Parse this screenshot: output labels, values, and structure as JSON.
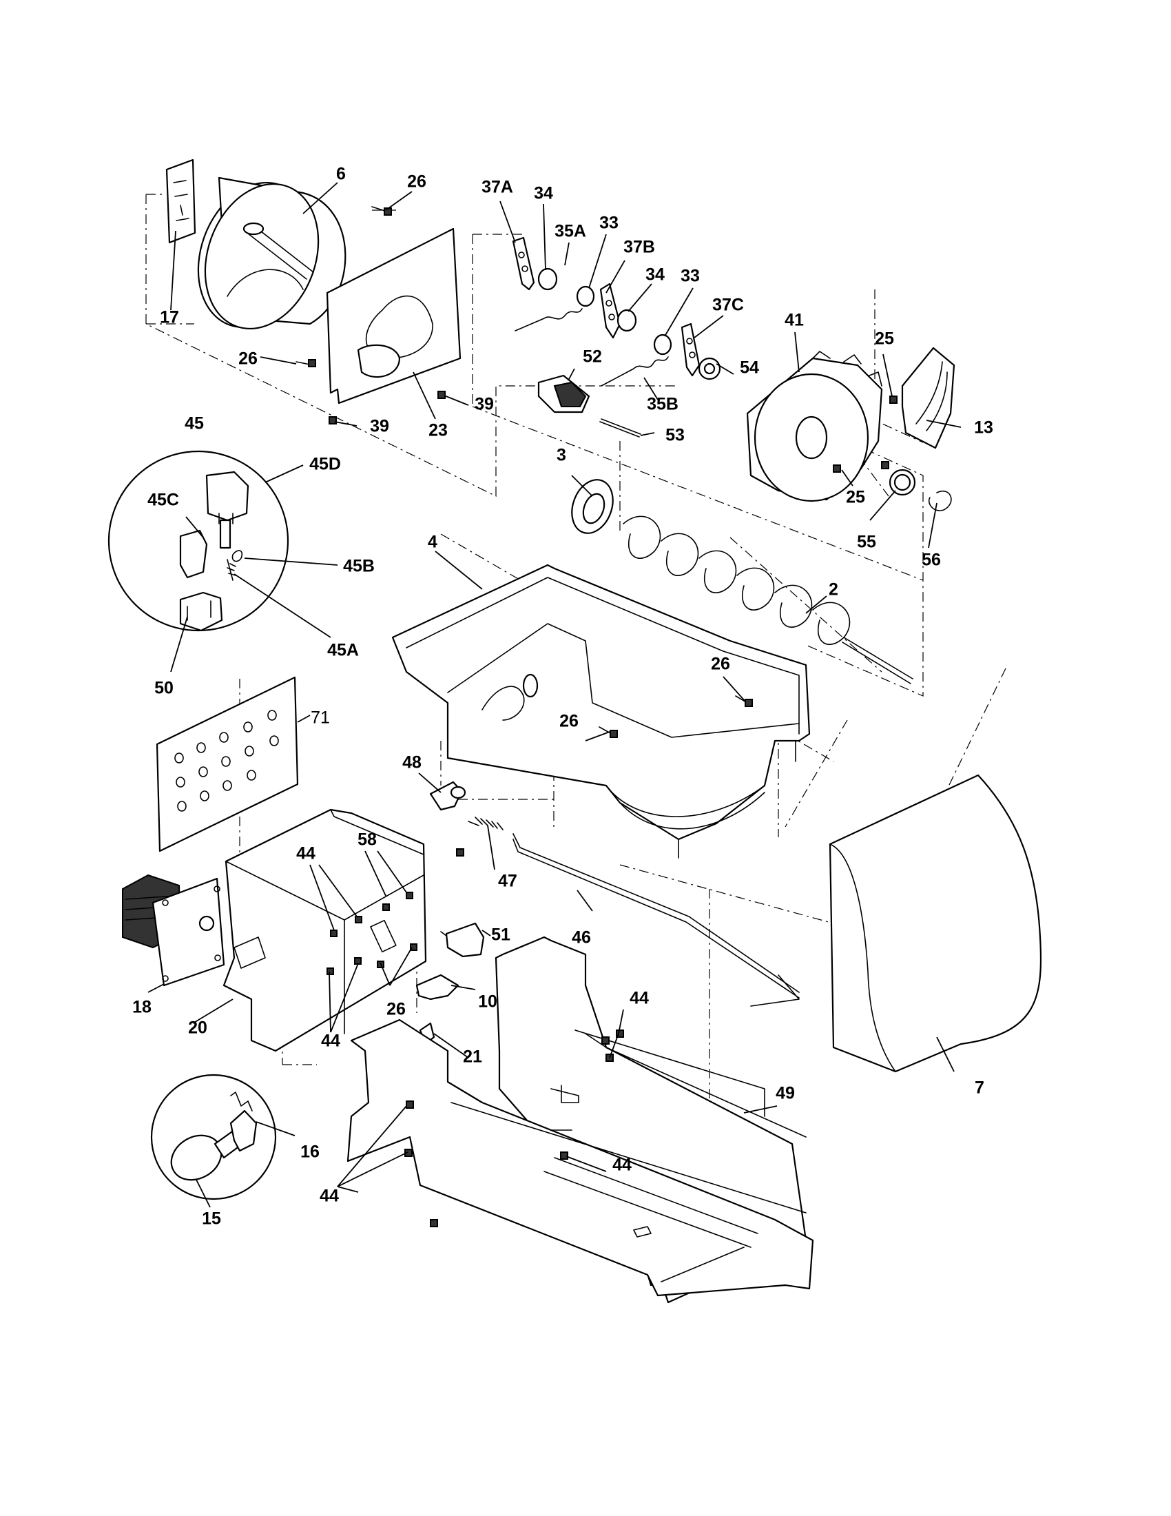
{
  "diagram": {
    "callouts": [
      {
        "id": "c-6",
        "label": "6"
      },
      {
        "id": "c-26-a",
        "label": "26"
      },
      {
        "id": "c-37A",
        "label": "37A"
      },
      {
        "id": "c-34-a",
        "label": "34"
      },
      {
        "id": "c-35A",
        "label": "35A"
      },
      {
        "id": "c-33-a",
        "label": "33"
      },
      {
        "id": "c-37B",
        "label": "37B"
      },
      {
        "id": "c-34-b",
        "label": "34"
      },
      {
        "id": "c-33-b",
        "label": "33"
      },
      {
        "id": "c-37C",
        "label": "37C"
      },
      {
        "id": "c-41",
        "label": "41"
      },
      {
        "id": "c-25-a",
        "label": "25"
      },
      {
        "id": "c-54",
        "label": "54"
      },
      {
        "id": "c-17",
        "label": "17"
      },
      {
        "id": "c-26-b",
        "label": "26"
      },
      {
        "id": "c-52",
        "label": "52"
      },
      {
        "id": "c-13",
        "label": "13"
      },
      {
        "id": "c-39-a",
        "label": "39"
      },
      {
        "id": "c-39-b",
        "label": "39"
      },
      {
        "id": "c-23",
        "label": "23"
      },
      {
        "id": "c-35B",
        "label": "35B"
      },
      {
        "id": "c-53",
        "label": "53"
      },
      {
        "id": "c-45",
        "label": "45"
      },
      {
        "id": "c-45D",
        "label": "45D"
      },
      {
        "id": "c-3",
        "label": "3"
      },
      {
        "id": "c-25-b",
        "label": "25"
      },
      {
        "id": "c-45C",
        "label": "45C"
      },
      {
        "id": "c-45B",
        "label": "45B"
      },
      {
        "id": "c-55",
        "label": "55"
      },
      {
        "id": "c-56",
        "label": "56"
      },
      {
        "id": "c-4",
        "label": "4"
      },
      {
        "id": "c-2",
        "label": "2"
      },
      {
        "id": "c-45A",
        "label": "45A"
      },
      {
        "id": "c-50",
        "label": "50"
      },
      {
        "id": "c-26-c",
        "label": "26"
      },
      {
        "id": "c-71",
        "label": "71"
      },
      {
        "id": "c-26-d",
        "label": "26"
      },
      {
        "id": "c-48",
        "label": "48"
      },
      {
        "id": "c-58",
        "label": "58"
      },
      {
        "id": "c-44-a",
        "label": "44"
      },
      {
        "id": "c-47",
        "label": "47"
      },
      {
        "id": "c-46",
        "label": "46"
      },
      {
        "id": "c-51",
        "label": "51"
      },
      {
        "id": "c-18",
        "label": "18"
      },
      {
        "id": "c-20",
        "label": "20"
      },
      {
        "id": "c-26-e",
        "label": "26"
      },
      {
        "id": "c-10",
        "label": "10"
      },
      {
        "id": "c-44-b",
        "label": "44"
      },
      {
        "id": "c-44-c",
        "label": "44"
      },
      {
        "id": "c-21",
        "label": "21"
      },
      {
        "id": "c-7",
        "label": "7"
      },
      {
        "id": "c-49",
        "label": "49"
      },
      {
        "id": "c-16",
        "label": "16"
      },
      {
        "id": "c-44-d",
        "label": "44"
      },
      {
        "id": "c-44-e",
        "label": "44"
      },
      {
        "id": "c-15",
        "label": "15"
      }
    ]
  }
}
